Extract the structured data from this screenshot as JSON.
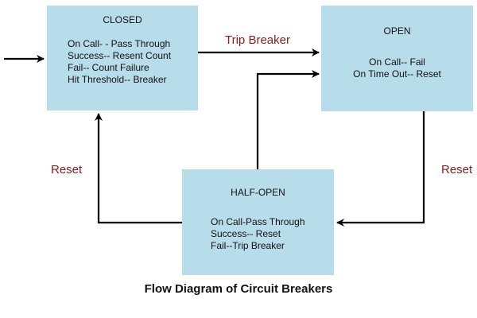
{
  "states": {
    "closed": {
      "title": "CLOSED",
      "lines": [
        "On Call- - Pass Through",
        "Success-- Resent Count",
        "Fail-- Count Failure",
        "Hit Threshold-- Breaker"
      ]
    },
    "open": {
      "title": "OPEN",
      "lines": [
        "On Call-- Fail",
        "On Time Out-- Reset"
      ]
    },
    "half_open": {
      "title": "HALF-OPEN",
      "lines": [
        "On Call-Pass Through",
        "Success-- Reset",
        "Fail--Trip Breaker"
      ]
    }
  },
  "transitions": {
    "trip": "Trip Breaker",
    "reset_left": "Reset",
    "reset_right": "Reset"
  },
  "caption": "Flow Diagram of Circuit Breakers",
  "colors": {
    "box_fill": "#b7dcea",
    "arrow": "#000000",
    "transition_label": "#8b1a1a"
  }
}
